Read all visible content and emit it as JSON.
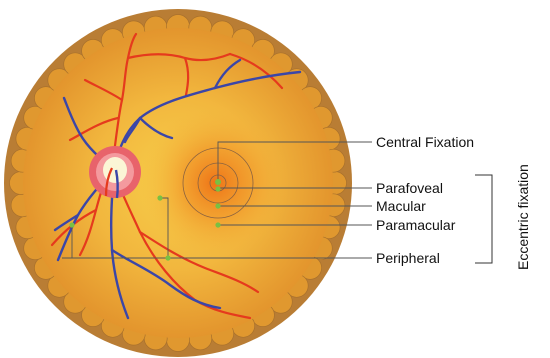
{
  "labels": {
    "central_fixation": "Central Fixation",
    "parafoveal": "Parafoveal",
    "macular": "Macular",
    "paramacular": "Paramacular",
    "peripheral": "Peripheral",
    "eccentric_fixation": "Eccentric fixation"
  },
  "colors": {
    "rim": "#b87b32",
    "fundus_outer": "#e49a2a",
    "fundus_mid": "#f2b93c",
    "fundus_center": "#f08a1c",
    "artery": "#e8391c",
    "vein": "#3a45a8",
    "disc_halo": "#e8626a",
    "disc": "#fbf6d8",
    "marker": "#79c043",
    "leader": "#555555"
  }
}
